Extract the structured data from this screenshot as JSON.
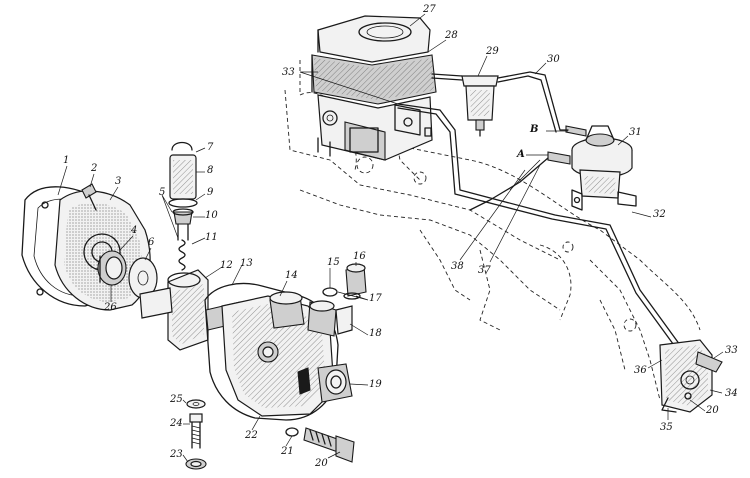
{
  "callouts": [
    "1",
    "2",
    "3",
    "4",
    "5",
    "6",
    "7",
    "8",
    "9",
    "10",
    "11",
    "12",
    "13",
    "14",
    "15",
    "16",
    "17",
    "18",
    "19",
    "20",
    "21",
    "22",
    "23",
    "24",
    "25",
    "26",
    "27",
    "28",
    "29",
    "30",
    "31",
    "32",
    "33",
    "34",
    "35",
    "36",
    "37",
    "38",
    "A",
    "B"
  ]
}
